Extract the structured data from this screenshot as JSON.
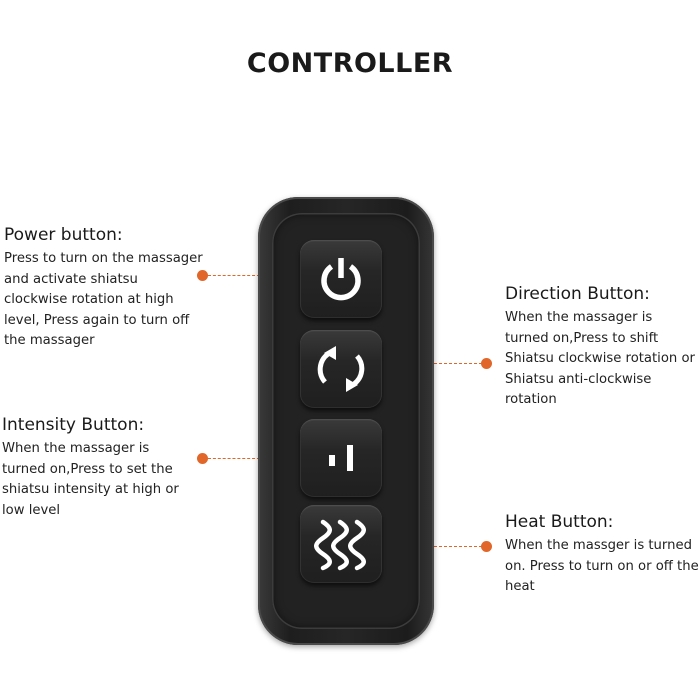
{
  "title": "CONTROLLER",
  "callouts": {
    "power": {
      "heading": "Power button:",
      "body": "Press to turn on the massager and activate shiatsu clockwise rotation at high level, Press again to turn off the massager"
    },
    "intensity": {
      "heading": "Intensity Button:",
      "body": "When the massager is turned on,Press to set the shiatsu intensity at high or low level"
    },
    "direction": {
      "heading": "Direction Button:",
      "body": "When the massager is turned on,Press to shift Shiatsu clockwise rotation or Shiatsu anti-clockwise rotation"
    },
    "heat": {
      "heading": "Heat Button:",
      "body": "When the massger is turned on. Press to turn on or off the heat"
    }
  },
  "colors": {
    "accent": "#e0662a",
    "device": "#222222",
    "icon": "#ffffff"
  },
  "icons": [
    "power-icon",
    "direction-rotate-icon",
    "intensity-icon",
    "heat-waves-icon"
  ]
}
